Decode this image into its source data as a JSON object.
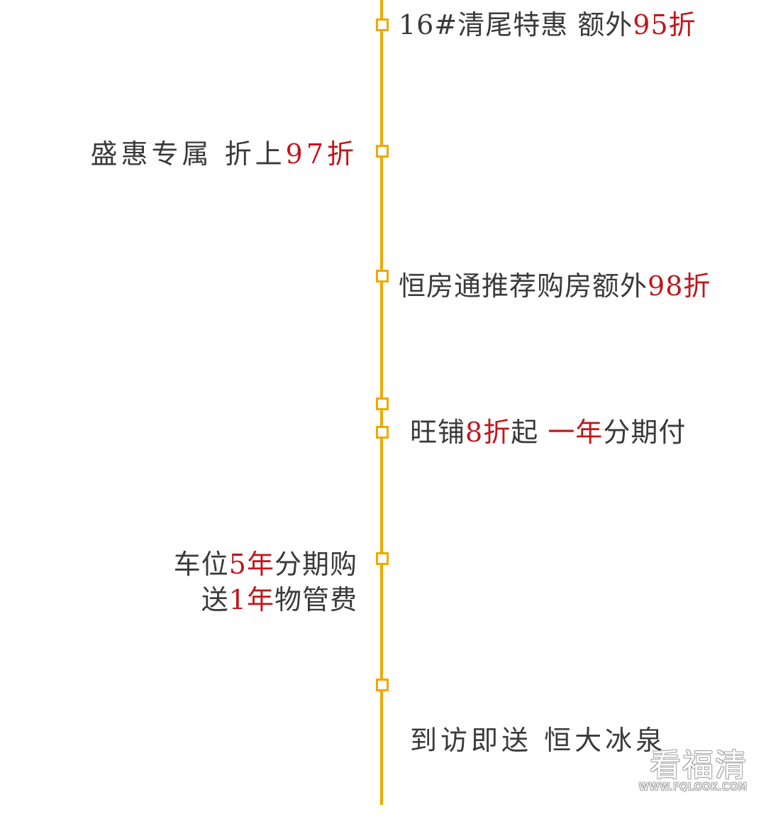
{
  "colors": {
    "line": "#f0a800",
    "highlight": "#c0161c",
    "text": "#3a3a3a"
  },
  "entries": [
    {
      "parts": [
        "16#清尾特惠  额外",
        "95折"
      ]
    },
    {
      "parts": [
        "盛惠专属  折上",
        "97折"
      ]
    },
    {
      "parts": [
        "恒房通推荐购房额外",
        "98折"
      ]
    },
    {
      "parts": [
        "旺铺",
        "8折",
        "起 ",
        "一年",
        "分期付"
      ]
    },
    {
      "line1": [
        "车位",
        "5年",
        "分期购"
      ],
      "line2": [
        "送",
        "1年",
        "物管费"
      ]
    },
    {
      "parts": [
        "到访即送  恒大冰泉"
      ]
    }
  ],
  "watermark": {
    "name": "看福清",
    "url": "WWW.FQLOOK.COM"
  }
}
